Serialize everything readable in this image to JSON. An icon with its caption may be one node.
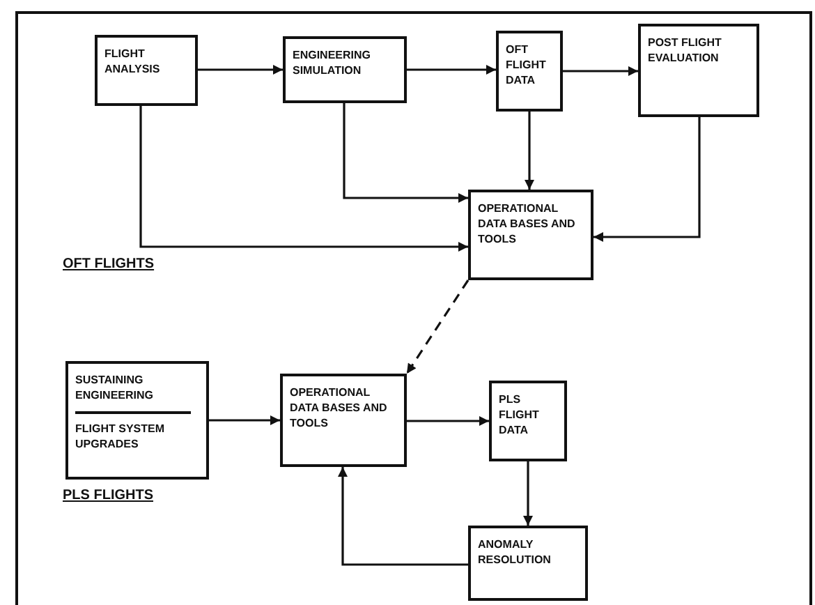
{
  "diagram": {
    "nodes": [
      {
        "text": [
          "FLIGHT ANALYSIS"
        ]
      },
      {
        "text": [
          "ENGINEERING SIMULATION"
        ]
      },
      {
        "text": [
          "OFT FLIGHT DATA"
        ]
      },
      {
        "text": [
          "POST FLIGHT EVALUATION"
        ]
      },
      {
        "text": [
          "OPERATIONAL DATA BASES AND TOOLS"
        ]
      },
      {
        "text": [
          "SUSTAINING ENGINEERING",
          "FLIGHT SYSTEM UPGRADES"
        ]
      },
      {
        "text": [
          "OPERATIONAL DATA BASES AND TOOLS"
        ]
      },
      {
        "text": [
          "PLS FLIGHT DATA"
        ]
      },
      {
        "text": [
          "ANOMALY RESOLUTION"
        ]
      }
    ],
    "edges": [
      {
        "from": 0,
        "to": 1,
        "arrow": "to"
      },
      {
        "from": 1,
        "to": 2,
        "arrow": "to"
      },
      {
        "from": 2,
        "to": 3,
        "arrow": "to"
      },
      {
        "from": 2,
        "to": 4,
        "arrow": "to"
      },
      {
        "from": 1,
        "to": 4,
        "arrow": "to"
      },
      {
        "from": 0,
        "to": 4,
        "arrow": "to"
      },
      {
        "from": 3,
        "to": 4,
        "arrow": "to"
      },
      {
        "from": 4,
        "to": 6,
        "arrow": "to",
        "style": "dashed"
      },
      {
        "from": 5,
        "to": 6,
        "arrow": "to"
      },
      {
        "from": 6,
        "to": 7,
        "arrow": "to"
      },
      {
        "from": 7,
        "to": 8,
        "arrow": "to"
      },
      {
        "from": 8,
        "to": 6,
        "arrow": "to"
      }
    ],
    "labels": [
      "OFT FLIGHTS",
      "PLS FLIGHTS"
    ]
  }
}
